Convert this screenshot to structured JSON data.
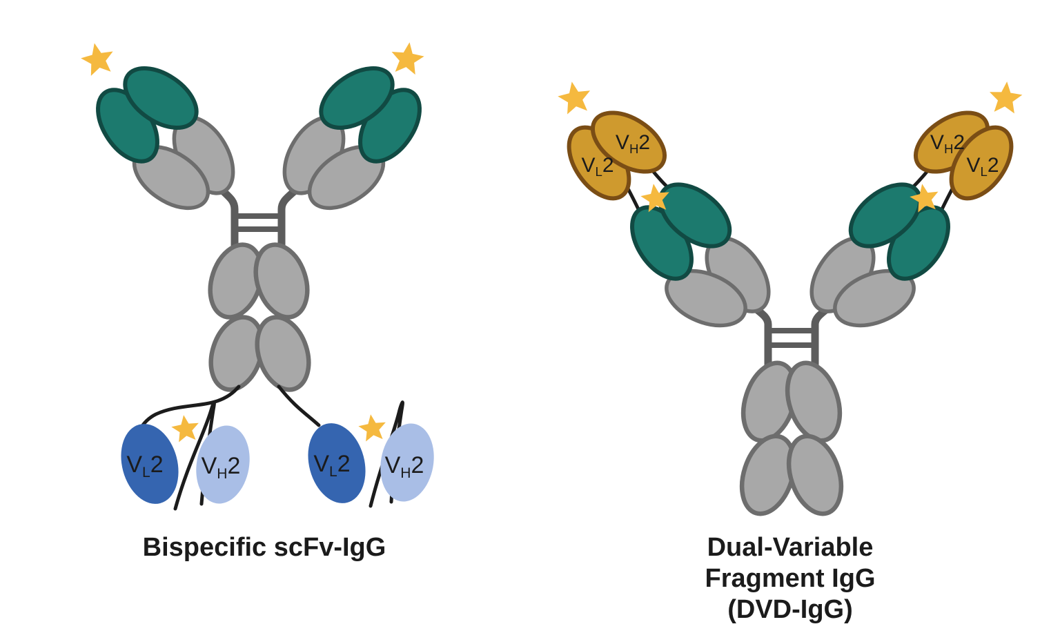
{
  "colors": {
    "background": "#ffffff",
    "teal": "#1c7a6e",
    "teal_border": "#114a43",
    "gray": "#a8a8a8",
    "gray_border": "#6d6d6d",
    "heavy_line": "#5c5c5c",
    "gold": "#cf9a2e",
    "gold_border": "#7a4d15",
    "dark_blue": "#3565b0",
    "light_blue": "#a9bee6",
    "star": "#f5b93f",
    "linker_black": "#1c1c1c",
    "text": "#1b1b1b"
  },
  "left_diagram": {
    "title": "Bispecific scFv-IgG",
    "scfv_left": {
      "vl": {
        "v": "V",
        "sub": "L",
        "num": "2"
      },
      "vh": {
        "v": "V",
        "sub": "H",
        "num": "2"
      }
    },
    "scfv_right": {
      "vl": {
        "v": "V",
        "sub": "L",
        "num": "2"
      },
      "vh": {
        "v": "V",
        "sub": "H",
        "num": "2"
      }
    }
  },
  "right_diagram": {
    "title_lines": [
      "Dual-Variable",
      "Fragment IgG",
      "(DVD-IgG)"
    ],
    "arm_left": {
      "vh": {
        "v": "V",
        "sub": "H",
        "num": "2"
      },
      "vl": {
        "v": "V",
        "sub": "L",
        "num": "2"
      }
    },
    "arm_right": {
      "vh": {
        "v": "V",
        "sub": "H",
        "num": "2"
      },
      "vl": {
        "v": "V",
        "sub": "L",
        "num": "2"
      }
    }
  }
}
